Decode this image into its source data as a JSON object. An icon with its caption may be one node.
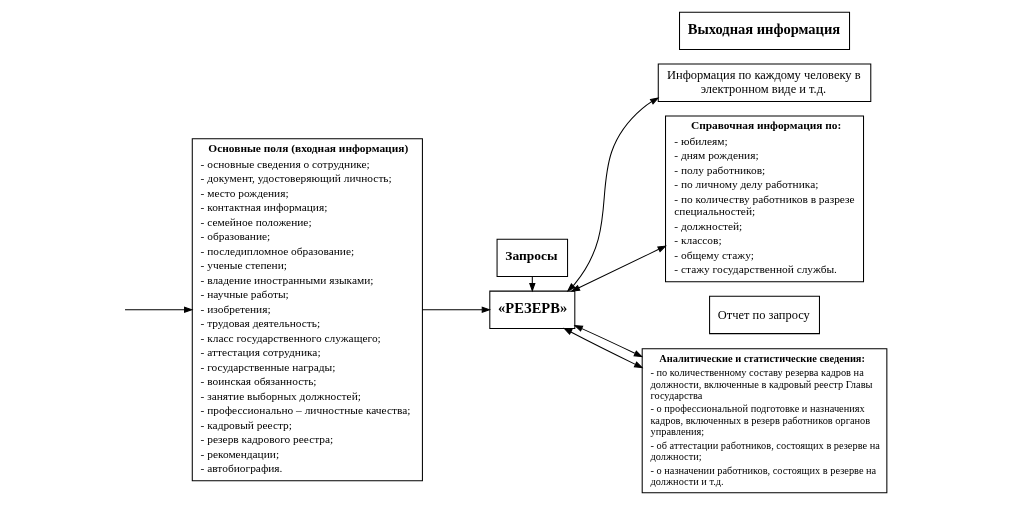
{
  "diagram": {
    "nodes": [
      {
        "text": [
          "Основные поля (входная информация)",
          "- основные сведения о сотруднике;",
          "- документ, удостоверяющий личность;",
          "- место рождения;",
          "- контактная информация;",
          "- семейное положение;",
          "- образование;",
          "- последипломное образование;",
          "- ученые степени;",
          "- владение иностранными языками;",
          "- научные работы;",
          "- изобретения;",
          "- трудовая деятельность;",
          "- класс государственного служащего;",
          "- аттестация сотрудника;",
          "- государственные награды;",
          "- воинская обязанность;",
          "- занятие выборных должностей;",
          "- профессионально – личностные качества;",
          "- кадровый реестр;",
          "- резерв кадрового реестра;",
          "- рекомендации;",
          "- автобиография."
        ]
      },
      {
        "text": [
          "Запросы"
        ]
      },
      {
        "text": [
          "«РЕЗЕРВ»"
        ]
      },
      {
        "text": [
          "Выходная информация"
        ]
      },
      {
        "text": [
          "Информация по каждому человеку в электронном виде и т.д."
        ]
      },
      {
        "text": [
          "Справочная информация по:",
          "- юбилеям;",
          "- дням рождения;",
          "- полу работников;",
          "- по личному делу работника;",
          "- по количеству работников в разрезе специальностей;",
          "- должностей;",
          "- классов;",
          "- общему стажу;",
          "- стажу государственной службы."
        ]
      },
      {
        "text": [
          "Отчет по запросу"
        ]
      },
      {
        "text": [
          "Аналитические и статистические сведения:",
          "- по количественному составу резерва кадров на должности, включенные в кадровый реестр Главы государства",
          "- о профессиональной подготовке и назначениях кадров, включенных в резерв работников органов управления;",
          "- об аттестации работников, состоящих в резерве на должности;",
          "- о назначении работников, состоящих в резерве на должности и т.д."
        ]
      }
    ],
    "edges": [
      {
        "from": null,
        "to": 0,
        "arrow": "to"
      },
      {
        "from": 0,
        "to": 2,
        "arrow": "to"
      },
      {
        "from": 1,
        "to": 2,
        "arrow": "to"
      },
      {
        "from": 2,
        "to": 4,
        "arrow": "both"
      },
      {
        "from": 2,
        "to": 5,
        "arrow": "both"
      },
      {
        "from": 2,
        "to": 7,
        "arrow": "both"
      },
      {
        "from": 2,
        "to": 7,
        "arrow": "both"
      }
    ]
  }
}
